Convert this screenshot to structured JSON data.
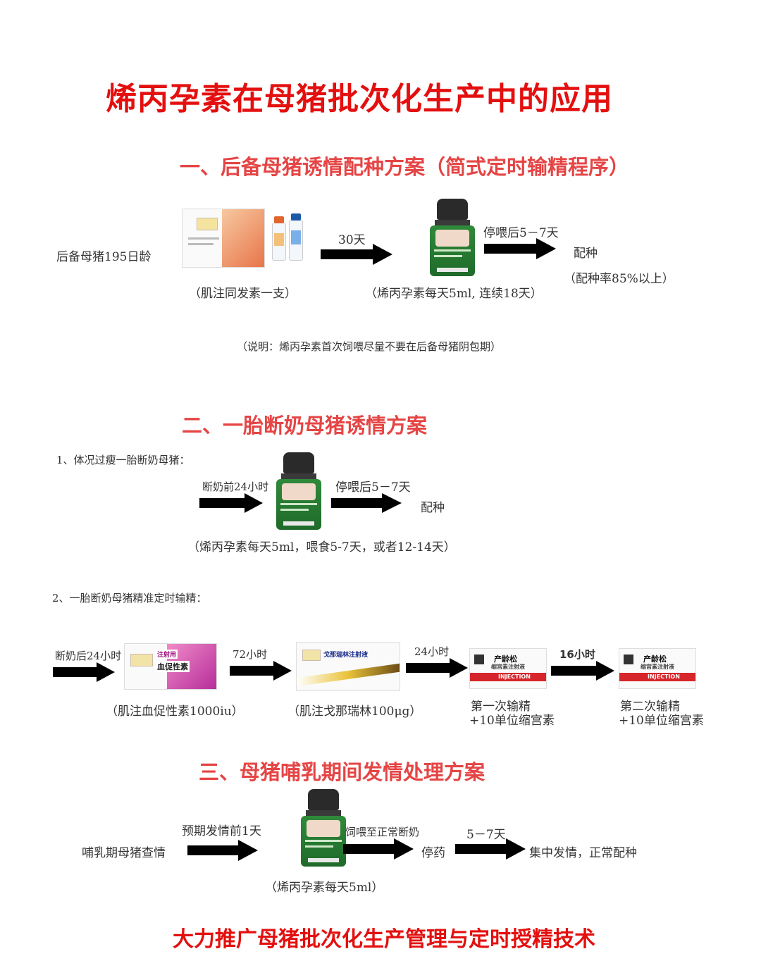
{
  "title": "烯丙孕素在母猪批次化生产中的应用",
  "section1": {
    "heading": "一、后备母猪诱情配种方案（简式定时输精程序）",
    "start": "后备母猪195日龄",
    "step1_caption": "（肌注同发素一支）",
    "arrow1_label": "30天",
    "step2_caption": "（烯丙孕素每天5ml, 连续18天）",
    "arrow2_label": "停喂后5－7天",
    "end": "配种",
    "end_note": "（配种率85%以上）",
    "note": "（说明：烯丙孕素首次饲喂尽量不要在后备母猪阴包期）"
  },
  "section2": {
    "heading": "二、一胎断奶母猪诱情方案",
    "sub1": {
      "title": "1、体况过瘦一胎断奶母猪：",
      "arrow1_label": "断奶前24小时",
      "arrow2_label": "停喂后5－7天",
      "end": "配种",
      "caption": "（烯丙孕素每天5ml，喂食5-7天，或者12-14天）"
    },
    "sub2": {
      "title": "2、一胎断奶母猪精准定时输精：",
      "arrow1_label": "断奶后24小时",
      "step1_caption": "（肌注血促性素1000iu）",
      "arrow2_label": "72小时",
      "step2_caption": "（肌注戈那瑞林100μg）",
      "arrow3_label": "24小时",
      "step3_caption_line1": "第一次输精",
      "step3_caption_line2": "+10单位缩宫素",
      "arrow4_label": "16小时",
      "step4_caption_line1": "第二次输精",
      "step4_caption_line2": "+10单位缩宫素"
    }
  },
  "section3": {
    "heading": "三、母猪哺乳期间发情处理方案",
    "start": "哺乳期母猪查情",
    "arrow1_label": "预期发情前1天",
    "caption": "（烯丙孕素每天5ml）",
    "arrow2_label": "饲喂至正常断奶",
    "mid": "停药",
    "arrow3_label": "5－7天",
    "end": "集中发情，正常配种"
  },
  "products": {
    "box_blood": "血促性素",
    "box_blood_tag": "注射用",
    "box_gona": "戈那瑞林注射液",
    "box_oxy": "产龄松",
    "box_oxy_sub": "缩宫素注射液",
    "box_oxy_band": "INJECTION"
  },
  "footer": "大力推广母猪批次化生产管理与定时授精技术",
  "colors": {
    "title_red": "#e3100f",
    "section_red": "#e54545",
    "arrow": "#000000"
  }
}
